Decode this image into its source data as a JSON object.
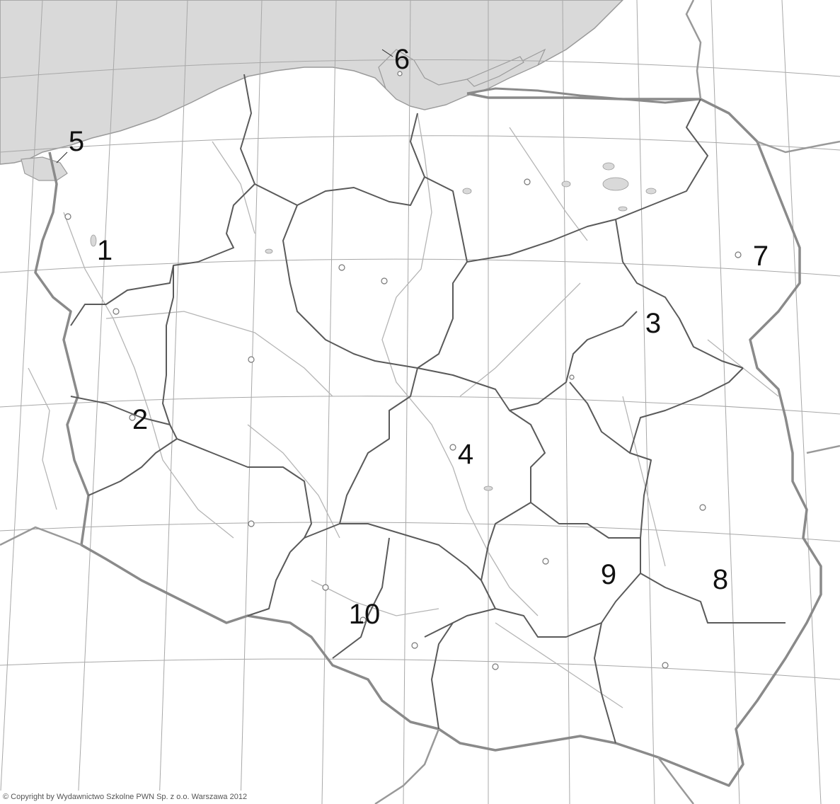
{
  "map": {
    "sea_color": "#d9d9d9",
    "land_color": "#ffffff",
    "border_color": "#8a8a8a",
    "region_border_color": "#5a5a5a",
    "river_color": "#b0b0b0",
    "grid_color": "#a8a8a8",
    "label_color": "#111111",
    "labels": [
      {
        "id": "1",
        "text": "1"
      },
      {
        "id": "2",
        "text": "2"
      },
      {
        "id": "3",
        "text": "3"
      },
      {
        "id": "4",
        "text": "4"
      },
      {
        "id": "5",
        "text": "5"
      },
      {
        "id": "6",
        "text": "6"
      },
      {
        "id": "7",
        "text": "7"
      },
      {
        "id": "8",
        "text": "8"
      },
      {
        "id": "9",
        "text": "9"
      },
      {
        "id": "10",
        "text": "10"
      }
    ]
  },
  "copyright": "© Copyright by Wydawnictwo Szkolne PWN Sp. z o.o. Warszawa 2012"
}
